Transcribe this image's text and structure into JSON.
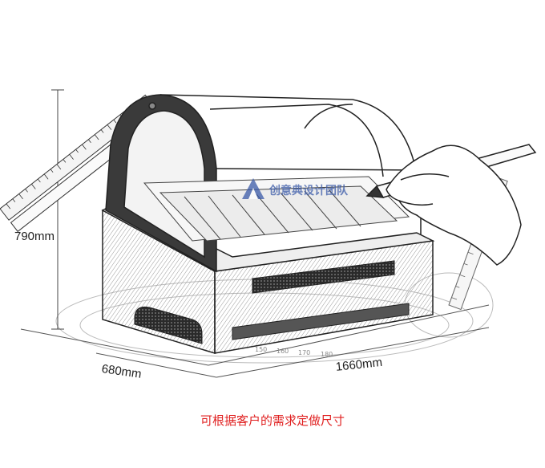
{
  "dimensions": {
    "height": "790mm",
    "depth": "680mm",
    "width": "1660mm"
  },
  "caption": "可根据客户的需求定做尺寸",
  "watermark": {
    "text": "创意典设计团队"
  },
  "colors": {
    "caption": "#e02020",
    "line": "#333333",
    "watermark": "#3a5aa8"
  }
}
